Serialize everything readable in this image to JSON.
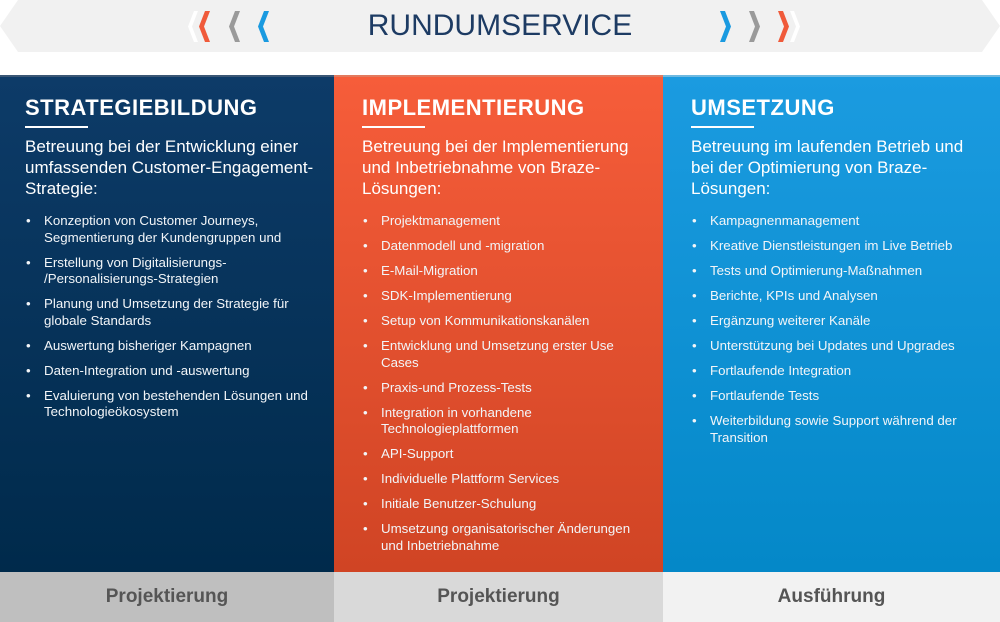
{
  "banner": {
    "title": "RUNDUMSERVICE",
    "colors": {
      "orange": "#f05a3a",
      "gray": "#9a9a9a",
      "blue": "#1a9ae0"
    }
  },
  "columns": [
    {
      "heading": "STRATEGIEBILDUNG",
      "subtitle": "Betreuung bei der Entwicklung einer umfassenden Customer-Engagement-Strategie:",
      "items": [
        "Konzeption von Customer Journeys, Segmentierung der Kundengruppen und",
        "Erstellung von Digitalisierungs- /Personalisierungs-Strategien",
        "Planung und Umsetzung der Strategie für globale Standards",
        "Auswertung bisheriger Kampagnen",
        "Daten-Integration und -auswertung",
        "Evaluierung von bestehenden Lösungen und Technologieökosystem"
      ],
      "footer": "Projektierung"
    },
    {
      "heading": "IMPLEMENTIERUNG",
      "subtitle": "Betreuung bei der Implementierung und Inbetriebnahme von Braze-Lösungen:",
      "items": [
        "Projektmanagement",
        "Datenmodell und -migration",
        "E-Mail-Migration",
        "SDK-Implementierung",
        "Setup von Kommunikationskanälen",
        "Entwicklung und Umsetzung erster Use Cases",
        "Praxis-und Prozess-Tests",
        "Integration in vorhandene Technologieplattformen",
        "API-Support",
        "Individuelle Plattform Services",
        "Initiale Benutzer-Schulung",
        "Umsetzung organisatorischer Änderungen und Inbetriebnahme"
      ],
      "footer": "Projektierung"
    },
    {
      "heading": "UMSETZUNG",
      "subtitle": "Betreuung im laufenden Betrieb und bei der Optimierung von Braze-Lösungen:",
      "items": [
        "Kampagnenmanagement",
        "Kreative Dienstleistungen im Live Betrieb",
        "Tests und Optimierung-Maßnahmen",
        "Berichte, KPIs und Analysen",
        "Ergänzung weiterer Kanäle",
        "Unterstützung bei Updates und Upgrades",
        "Fortlaufende Integration",
        "Fortlaufende Tests",
        "Weiterbildung sowie Support während der Transition"
      ],
      "footer": "Ausführung"
    }
  ]
}
